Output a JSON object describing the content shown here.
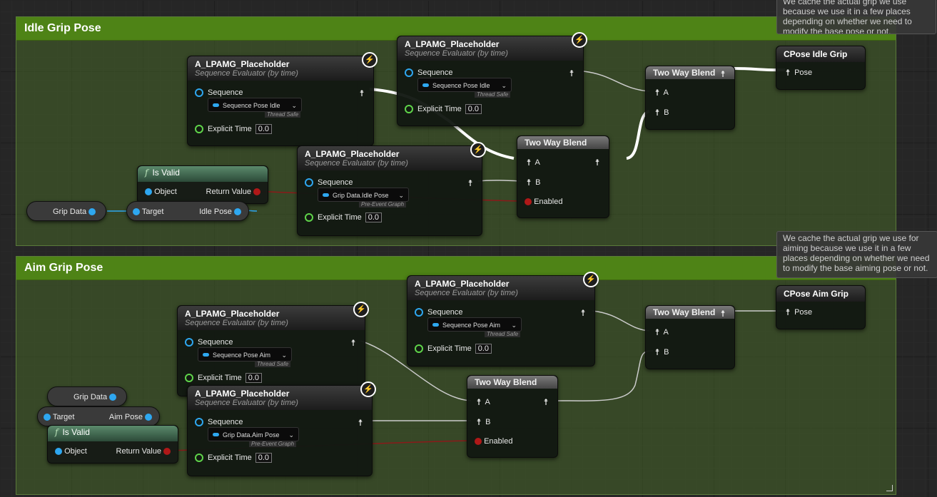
{
  "comments": {
    "idle": {
      "title": "Idle Grip Pose"
    },
    "aim": {
      "title": "Aim Grip Pose"
    }
  },
  "notes": {
    "idle": "We cache the actual grip we use because we use it in a few places depending on whether we need to modify the base pose or not.",
    "aim": "We cache the actual grip we use for aiming because we use it in a few places depending on whether we need to modify the base aiming pose or not."
  },
  "labels": {
    "seq_node_title": "A_LPAMG_Placeholder",
    "seq_node_sub": "Sequence Evaluator (by time)",
    "sequence": "Sequence",
    "explicit_time": "Explicit Time",
    "explicit_value": "0.0",
    "thread_safe": "Thread Safe",
    "pre_event": "Pre-Event Graph",
    "two_way_blend": "Two Way Blend",
    "pin_a": "A",
    "pin_b": "B",
    "enabled": "Enabled",
    "pose": "Pose",
    "is_valid": "Is Valid",
    "object": "Object",
    "return_value": "Return Value",
    "grip_data": "Grip Data",
    "target": "Target",
    "idle_pose": "Idle Pose",
    "aim_pose": "Aim Pose"
  },
  "dropdowns": {
    "idle_1": "Sequence Pose Idle",
    "idle_2": "Sequence Pose Idle",
    "idle_3": "Grip Data.Idle Pose",
    "aim_1": "Sequence Pose Aim",
    "aim_2": "Sequence Pose Aim",
    "aim_3": "Grip Data.Aim Pose"
  },
  "cache_nodes": {
    "idle": "CPose Idle Grip",
    "aim": "CPose Aim Grip"
  }
}
